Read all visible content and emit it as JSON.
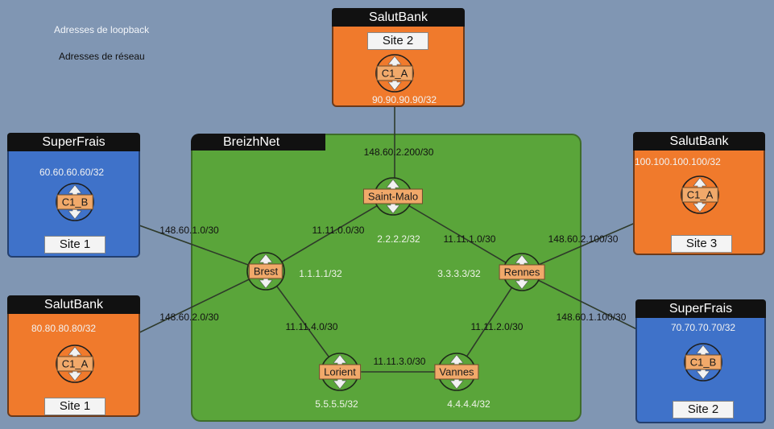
{
  "legend": {
    "loopback": "Adresses de loopback",
    "network": "Adresses de réseau"
  },
  "core": {
    "title": "BreizhNet"
  },
  "sites": {
    "top": {
      "company": "SalutBank",
      "site": "Site 2",
      "ip": "90.90.90.90/32",
      "router": "C1_A"
    },
    "left_top": {
      "company": "SuperFrais",
      "site": "Site 1",
      "ip": "60.60.60.60/32",
      "router": "C1_B"
    },
    "left_bottom": {
      "company": "SalutBank",
      "site": "Site 1",
      "ip": "80.80.80.80/32",
      "router": "C1_A"
    },
    "right_top": {
      "company": "SalutBank",
      "site": "Site 3",
      "ip": "100.100.100.100/32",
      "router": "C1_A"
    },
    "right_bottom": {
      "company": "SuperFrais",
      "site": "Site 2",
      "ip": "70.70.70.70/32",
      "router": "C1_B"
    }
  },
  "routers": {
    "saint_malo": {
      "name": "Saint-Malo",
      "loopback": "2.2.2.2/32"
    },
    "brest": {
      "name": "Brest",
      "loopback": "1.1.1.1/32"
    },
    "rennes": {
      "name": "Rennes",
      "loopback": "3.3.3.3/32"
    },
    "lorient": {
      "name": "Lorient",
      "loopback": "5.5.5.5/32"
    },
    "vannes": {
      "name": "Vannes",
      "loopback": "4.4.4.4/32"
    }
  },
  "networks": {
    "top_link": "148.60.2.200/30",
    "brest_sm": "11.11.0.0/30",
    "sm_rennes": "11.11.1.0/30",
    "brest_lorient": "11.11.4.0/30",
    "rennes_vannes": "11.11.2.0/30",
    "lorient_vannes": "11.11.3.0/30",
    "brest_lt": "148.60.1.0/30",
    "brest_lb": "148.60.2.0/30",
    "rennes_rt": "148.60.2.100/30",
    "rennes_rb": "148.60.1.100/30"
  },
  "colors": {
    "background": "#8096b3",
    "core": "#5aa53a",
    "orange": "#f07a2c",
    "blue": "#3f72c9",
    "router_label": "#f1a96a"
  },
  "icons": {
    "router": "router-icon"
  }
}
